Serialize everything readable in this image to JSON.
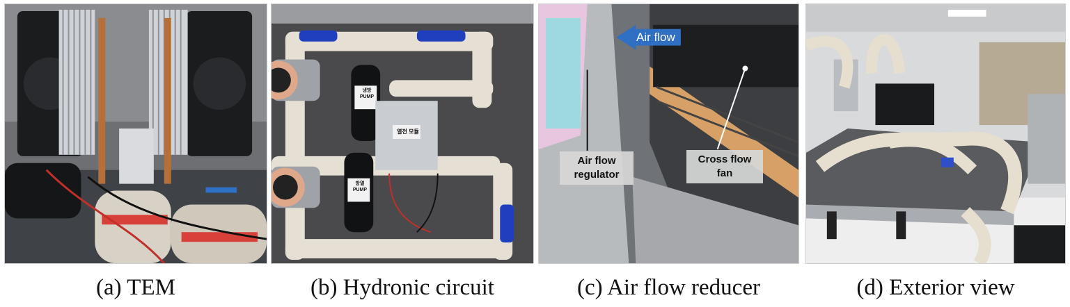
{
  "figure": {
    "panels": [
      {
        "id": "a",
        "caption": "(a) TEM"
      },
      {
        "id": "b",
        "caption": "(b) Hydronic circuit",
        "pump_label_top": "냉방\nPUMP",
        "pump_label_bottom": "방열\nPUMP",
        "module_label": "열전 모듈"
      },
      {
        "id": "c",
        "caption": "(c) Air flow reducer",
        "annotations": {
          "air_flow": "Air flow",
          "regulator": "Air flow\nregulator",
          "cross_flow_fan": "Cross flow\nfan"
        }
      },
      {
        "id": "d",
        "caption": "(d) Exterior view"
      }
    ]
  },
  "colors": {
    "arrow_blue": "#2f6fc4",
    "valve_blue": "#1f3fbf",
    "panel_gray": "#4a4a4d"
  }
}
